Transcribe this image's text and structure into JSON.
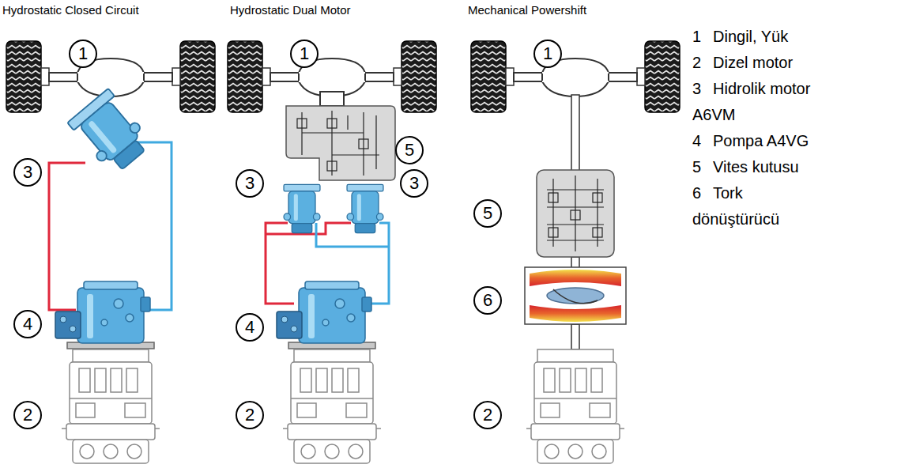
{
  "diagram": {
    "nodes": [
      {
        "text": [
          "1"
        ]
      },
      {
        "text": [
          "3"
        ]
      },
      {
        "text": [
          "4"
        ]
      },
      {
        "text": [
          "2"
        ]
      },
      {
        "text": [
          "1"
        ]
      },
      {
        "text": [
          "5"
        ]
      },
      {
        "text": [
          "3"
        ]
      },
      {
        "text": [
          "3"
        ]
      },
      {
        "text": [
          "4"
        ]
      },
      {
        "text": [
          "2"
        ]
      },
      {
        "text": [
          "1"
        ]
      },
      {
        "text": [
          "5"
        ]
      },
      {
        "text": [
          "6"
        ]
      },
      {
        "text": [
          "2"
        ]
      }
    ],
    "labels": [
      "Hydrostatic Closed Circuit",
      "Hydrostatic Dual Motor",
      "Mechanical Powershift",
      "1",
      "Dingil, Yük",
      "2",
      "Dizel motor",
      "3",
      "Hidrolik motor A6VM",
      "4",
      "Pompa A4VG",
      "5",
      "Vites kutusu",
      "6",
      "Tork dönüştürücü"
    ]
  }
}
